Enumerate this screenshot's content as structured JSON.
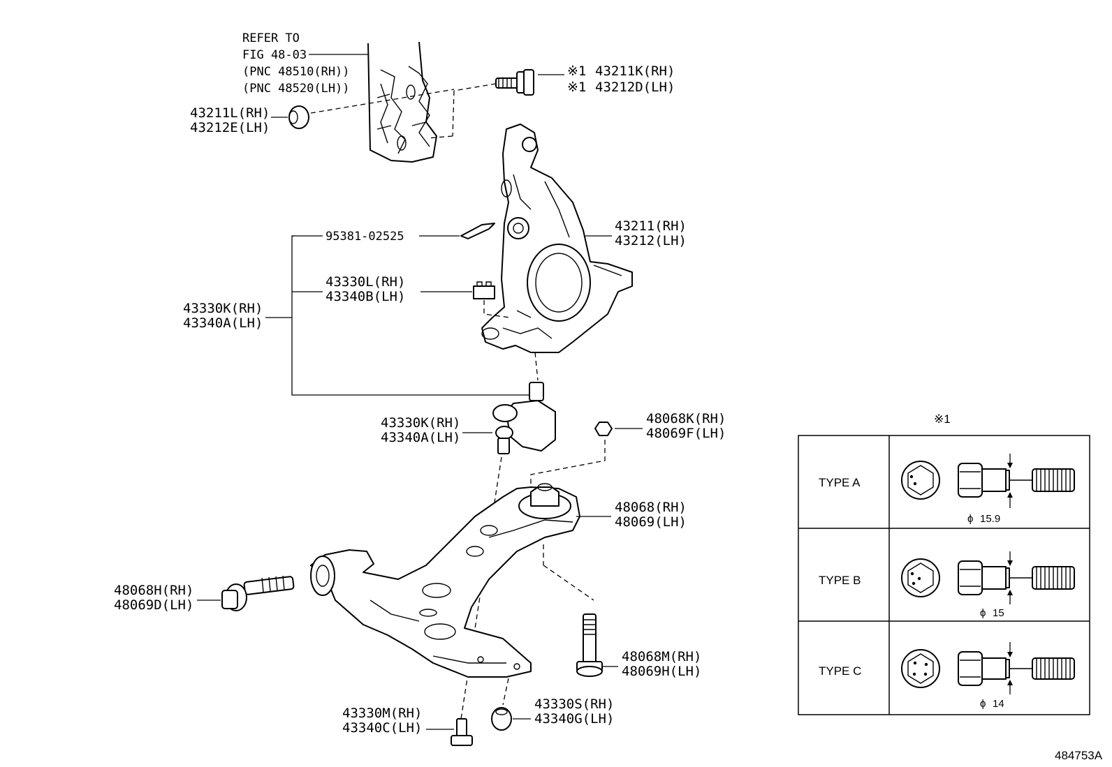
{
  "diagram": {
    "figure_code": "484753A",
    "reference_note": [
      "REFER TO",
      "FIG 48-03",
      "(PNC 48510(RH))",
      "(PNC 48520(LH))"
    ],
    "callouts": {
      "bolt_top": {
        "mark": "※1",
        "rh": "43211K(RH)",
        "lh": "43212D(LH)"
      },
      "nut_top": {
        "rh": "43211L(RH)",
        "lh": "43212E(LH)"
      },
      "cotter_pin": "95381-02525",
      "castle_nut": {
        "rh": "43330L(RH)",
        "lh": "43340B(LH)"
      },
      "knuckle": {
        "rh": "43211(RH)",
        "lh": "43212(LH)"
      },
      "ball_joint_group": {
        "rh": "43330K(RH)",
        "lh": "43340A(LH)"
      },
      "ball_joint": {
        "rh": "43330K(RH)",
        "lh": "43340A(LH)"
      },
      "arm_nut": {
        "rh": "48068K(RH)",
        "lh": "48069F(LH)"
      },
      "lower_arm": {
        "rh": "48068(RH)",
        "lh": "48069(LH)"
      },
      "front_bolt": {
        "rh": "48068H(RH)",
        "lh": "48069D(LH)"
      },
      "rear_bolt": {
        "rh": "48068M(RH)",
        "lh": "48069H(LH)"
      },
      "joint_bolt": {
        "rh": "43330M(RH)",
        "lh": "43340C(LH)"
      },
      "joint_nut": {
        "rh": "43330S(RH)",
        "lh": "43340G(LH)"
      }
    }
  },
  "type_table": {
    "mark": "※1",
    "rows": [
      {
        "label": "TYPE A",
        "diameter": "15.9"
      },
      {
        "label": "TYPE B",
        "diameter": "15"
      },
      {
        "label": "TYPE C",
        "diameter": "14"
      }
    ],
    "phi_symbol": "ϕ"
  }
}
